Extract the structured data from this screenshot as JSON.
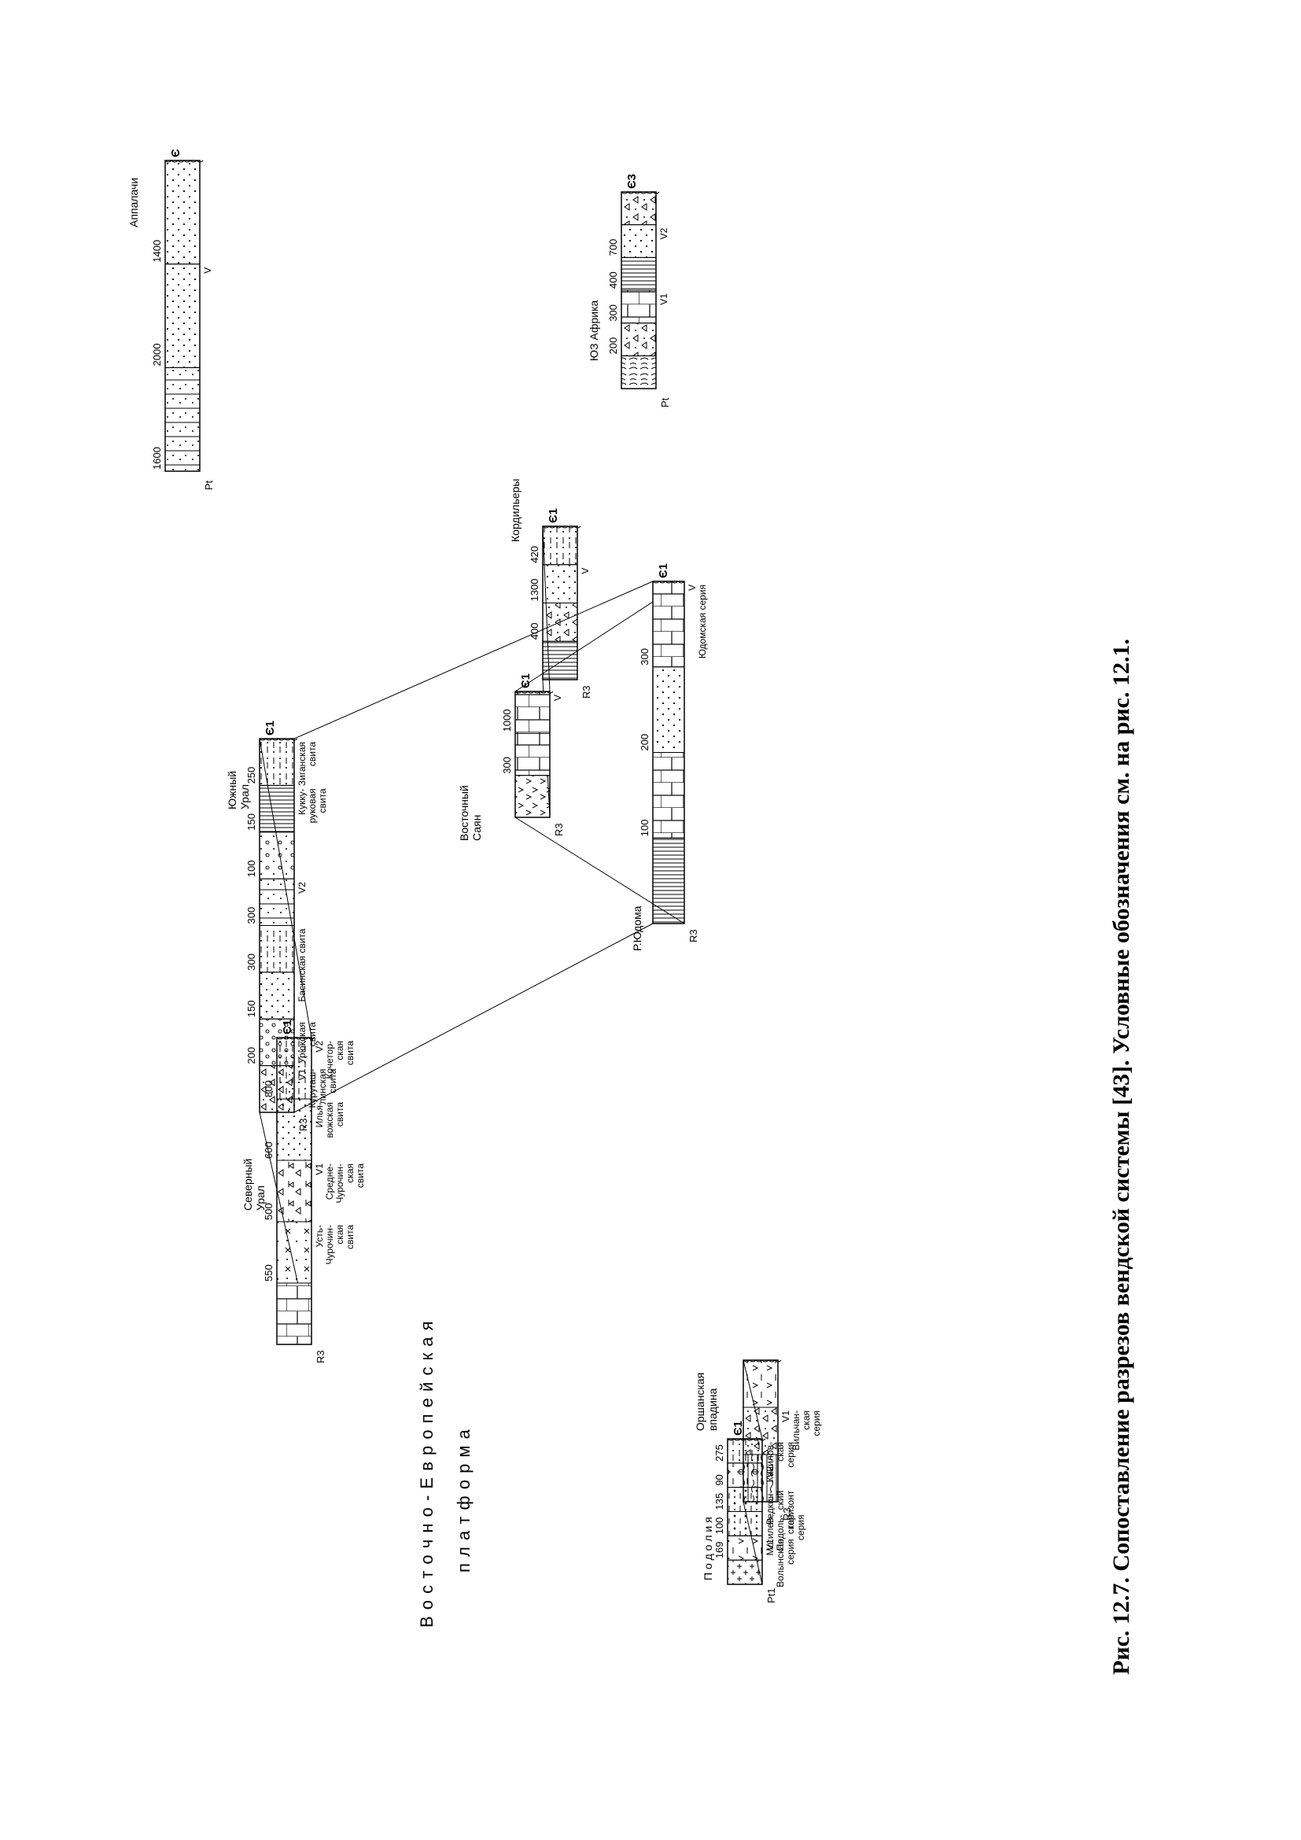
{
  "caption": "Рис. 12.7. Сопоставление разрезов вендской системы [43]. Условные обозначения см. на рис. 12.1.",
  "platform_label": {
    "line1": "В о с т о ч н о - Е в р о п е й с к а я",
    "line2": "п л а т ф о р м а"
  },
  "columns": [
    {
      "id": "podolia",
      "title": [
        "П о д о л и я"
      ],
      "top_label": "Є1",
      "bottom_label": "Pt1",
      "units": [
        {
          "pattern": "dash-dot",
          "thickness": "275",
          "label": [
            "Канилов-",
            "ская",
            "серия"
          ]
        },
        {
          "pattern": "phi-dash",
          "thickness": "90",
          "label": [
            "V2"
          ]
        },
        {
          "pattern": "dot-dash",
          "thickness": "135",
          "label": [
            "Редкин-",
            "ский",
            "горизонт"
          ]
        },
        {
          "pattern": "dot-dash",
          "thickness": "100",
          "label": [
            "Могилев-",
            "Подоль-",
            "ская",
            "серия"
          ]
        },
        {
          "pattern": "vee-dash",
          "thickness": "169",
          "label": [
            "V1",
            "Волынская",
            "серия"
          ]
        },
        {
          "pattern": "plus",
          "thickness": "",
          "label": []
        }
      ]
    },
    {
      "id": "orsha",
      "title": [
        "Оршанская",
        "впадина"
      ],
      "top_label": "",
      "bottom_label": "R3",
      "units": [
        {
          "pattern": "vee-dash",
          "thickness": "",
          "label": []
        },
        {
          "pattern": "tri-dot",
          "thickness": "",
          "label": [
            "V1",
            "Вильчан-",
            "ская",
            "серия"
          ]
        },
        {
          "pattern": "mixed",
          "thickness": "",
          "label": []
        }
      ]
    },
    {
      "id": "north-ural",
      "title": [
        "Северный",
        "Урал"
      ],
      "top_label": "Є1",
      "bottom_label": "R3",
      "units": [
        {
          "pattern": "dash-dot",
          "thickness": "800",
          "label": [
            "V2",
            "Кочетор-",
            "ская",
            "свита"
          ]
        },
        {
          "pattern": "dots",
          "thickness": "600",
          "label": [
            "Илья-",
            "вожская",
            "свита"
          ]
        },
        {
          "pattern": "tri-dash",
          "thickness": "500",
          "label": [
            "V1",
            "Средне-",
            "Чурочин-",
            "ская",
            "свита"
          ]
        },
        {
          "pattern": "cross-dot",
          "thickness": "550",
          "label": [
            "Усть-",
            "Чурочин-",
            "ская",
            "свита"
          ]
        },
        {
          "pattern": "brick",
          "thickness": "",
          "label": []
        }
      ]
    },
    {
      "id": "south-ural",
      "title": [
        "Южный",
        "Урал"
      ],
      "top_label": "Є1",
      "bottom_label": "R3",
      "units": [
        {
          "pattern": "dash-dot",
          "thickness": "250",
          "label": [
            "Зиганская",
            "свита"
          ]
        },
        {
          "pattern": "lines",
          "thickness": "150",
          "label": [
            "Куккy-",
            "руковая",
            "свита"
          ]
        },
        {
          "pattern": "dot-circle",
          "thickness": "100",
          "label": []
        },
        {
          "pattern": "dots-lines",
          "thickness": "300",
          "label": [
            "V2"
          ]
        },
        {
          "pattern": "dash-dot",
          "thickness": "300",
          "label": [
            "Басинская свита"
          ]
        },
        {
          "pattern": "dots",
          "thickness": "150",
          "label": []
        },
        {
          "pattern": "circles",
          "thickness": "200",
          "label": [
            "Урюкская",
            "свита"
          ]
        },
        {
          "pattern": "tri-dot",
          "thickness": "",
          "label": [
            "V1",
            "Куругаш-",
            "линская",
            "свита"
          ]
        }
      ]
    },
    {
      "id": "yudoma",
      "title": [
        "Р.Юдома"
      ],
      "top_label": "Є1",
      "bottom_label": "R3",
      "units": [
        {
          "pattern": "brick",
          "thickness": "300",
          "label": [
            "V",
            "Юдомская серия"
          ]
        },
        {
          "pattern": "dots",
          "thickness": "200",
          "label": []
        },
        {
          "pattern": "brick",
          "thickness": "100",
          "label": []
        },
        {
          "pattern": "lines",
          "thickness": "",
          "label": []
        }
      ]
    },
    {
      "id": "east-sayan",
      "title": [
        "Восточный",
        "Саян"
      ],
      "top_label": "Є1",
      "bottom_label": "R3",
      "units": [
        {
          "pattern": "brick",
          "thickness": "1000",
          "label": [
            "V"
          ]
        },
        {
          "pattern": "brick",
          "thickness": "300",
          "label": []
        },
        {
          "pattern": "vee",
          "thickness": "",
          "label": []
        }
      ]
    },
    {
      "id": "cordillera",
      "title": [
        "Кордильеры"
      ],
      "top_label": "Є1",
      "bottom_label": "R3",
      "units": [
        {
          "pattern": "dash-dot",
          "thickness": "420",
          "label": []
        },
        {
          "pattern": "dots",
          "thickness": "1300",
          "label": [
            "V"
          ]
        },
        {
          "pattern": "tri-dot",
          "thickness": "400",
          "label": []
        },
        {
          "pattern": "lines",
          "thickness": "",
          "label": []
        }
      ]
    },
    {
      "id": "appalachians",
      "title": [
        "Аппалачи"
      ],
      "top_label": "Є",
      "bottom_label": "Pt",
      "units": [
        {
          "pattern": "dots",
          "thickness": "1400",
          "label": []
        },
        {
          "pattern": "dots",
          "thickness": "2000",
          "label": [
            "V"
          ]
        },
        {
          "pattern": "dots-lines",
          "thickness": "1600",
          "label": []
        }
      ]
    },
    {
      "id": "sw-africa",
      "title": [
        "ЮЗ Африка"
      ],
      "top_label": "Є3",
      "bottom_label": "Pt",
      "units": [
        {
          "pattern": "tri-dot",
          "thickness": "",
          "label": []
        },
        {
          "pattern": "dots",
          "thickness": "700",
          "label": [
            "V2"
          ]
        },
        {
          "pattern": "lines",
          "thickness": "400",
          "label": []
        },
        {
          "pattern": "brick",
          "thickness": "300",
          "label": [
            "V1"
          ]
        },
        {
          "pattern": "tri-dot",
          "thickness": "200",
          "label": []
        },
        {
          "pattern": "wavy",
          "thickness": "",
          "label": []
        }
      ]
    }
  ]
}
